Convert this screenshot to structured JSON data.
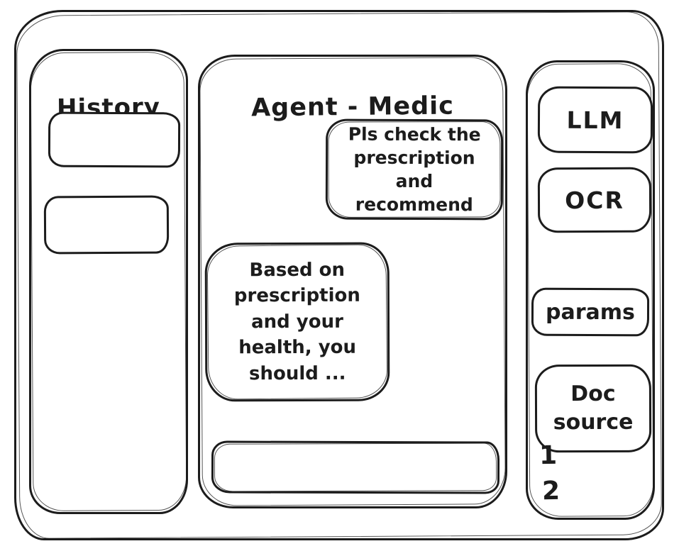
{
  "history_panel": {
    "title": "History",
    "items": [
      {
        "label": ""
      },
      {
        "label": ""
      }
    ]
  },
  "chat_panel": {
    "title": "Agent - Medic",
    "messages": [
      {
        "role": "user",
        "text": "Pls check the prescription and recommend"
      },
      {
        "role": "agent",
        "text": "Based on prescription and your health, you should ..."
      }
    ],
    "input": {
      "value": ""
    }
  },
  "tools_panel": {
    "buttons": [
      {
        "id": "llm",
        "label": "LLM"
      },
      {
        "id": "ocr",
        "label": "OCR"
      },
      {
        "id": "params",
        "label": "params"
      },
      {
        "id": "doc-source",
        "label": "Doc source"
      }
    ],
    "doc_source_items": [
      {
        "label": "1"
      },
      {
        "label": "2"
      }
    ]
  },
  "colors": {
    "stroke": "#1c1c1c",
    "background": "#ffffff"
  }
}
